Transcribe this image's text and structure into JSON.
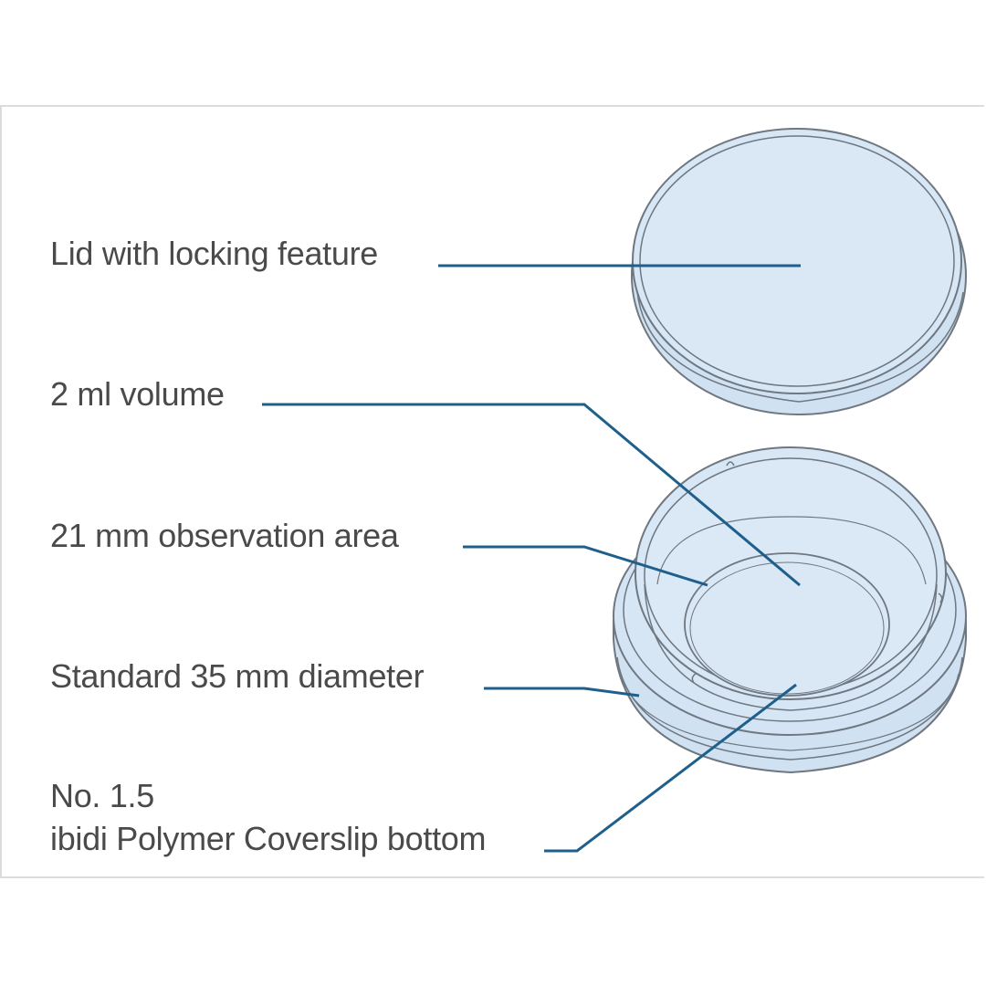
{
  "callouts": {
    "lid": "Lid with locking feature",
    "volume": "2 ml volume",
    "observation_area": "21 mm observation area",
    "diameter": "Standard 35 mm diameter",
    "bottom_line1": "No. 1.5",
    "bottom_line2": "ibidi Polymer Coverslip bottom"
  },
  "colors": {
    "leader_line": "#1e5f8c",
    "dish_fill": "#d8e7f5",
    "dish_outline": "#6f7780",
    "text": "#4a4a4a",
    "frame": "#dcdcdc"
  }
}
